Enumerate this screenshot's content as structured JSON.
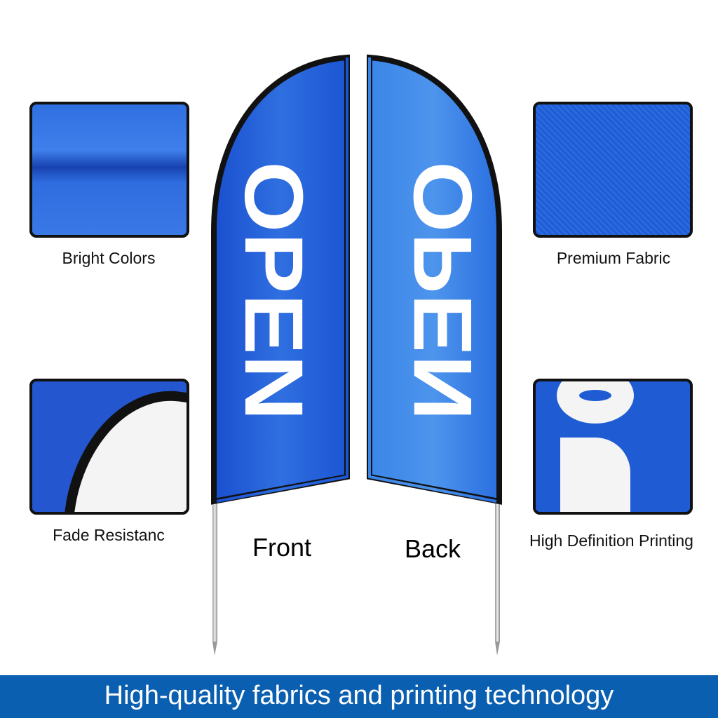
{
  "features": [
    {
      "label": "Bright Colors"
    },
    {
      "label": "Premium Fabric"
    },
    {
      "label": "Fade Resistanc"
    },
    {
      "label": "High Definition Printing"
    }
  ],
  "flags": {
    "front_label": "Front",
    "back_label": "Back",
    "flag_text": "OPEN"
  },
  "banner": {
    "text": "High-quality fabrics and printing technology"
  },
  "colors": {
    "flag_blue": "#1f5fd6",
    "banner_blue": "#0b5fb0"
  }
}
